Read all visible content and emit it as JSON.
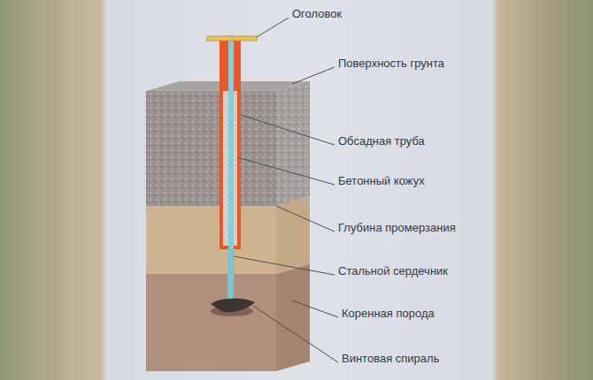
{
  "diagram": {
    "labels": [
      "Оголовок",
      "Поверхность грунта",
      "Обсадная труба",
      "Бетонный кожух",
      "Глубина промерзания",
      "Стальной сердечник",
      "Коренная порода",
      "Винтовая спираль"
    ]
  }
}
